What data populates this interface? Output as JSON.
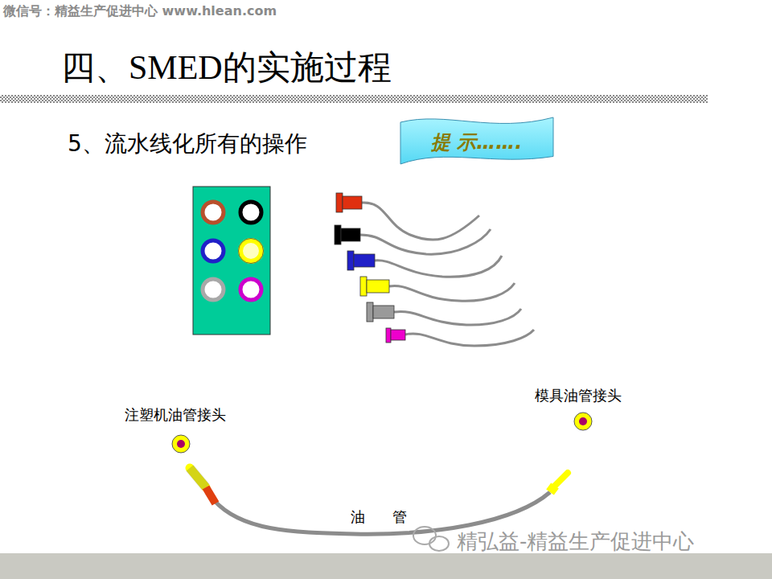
{
  "diagram": {
    "title": "四、SMED的实施过程",
    "nodes": [
      {
        "text": [
          "提 示……."
        ]
      }
    ],
    "labels": [
      "微信号：精益生产促进中心 www.hlean.com",
      "5、流水线化所有的操作",
      "注塑机油管接头",
      "模具油管接头",
      "油 管",
      "精弘益-精益生产促进中心"
    ]
  }
}
